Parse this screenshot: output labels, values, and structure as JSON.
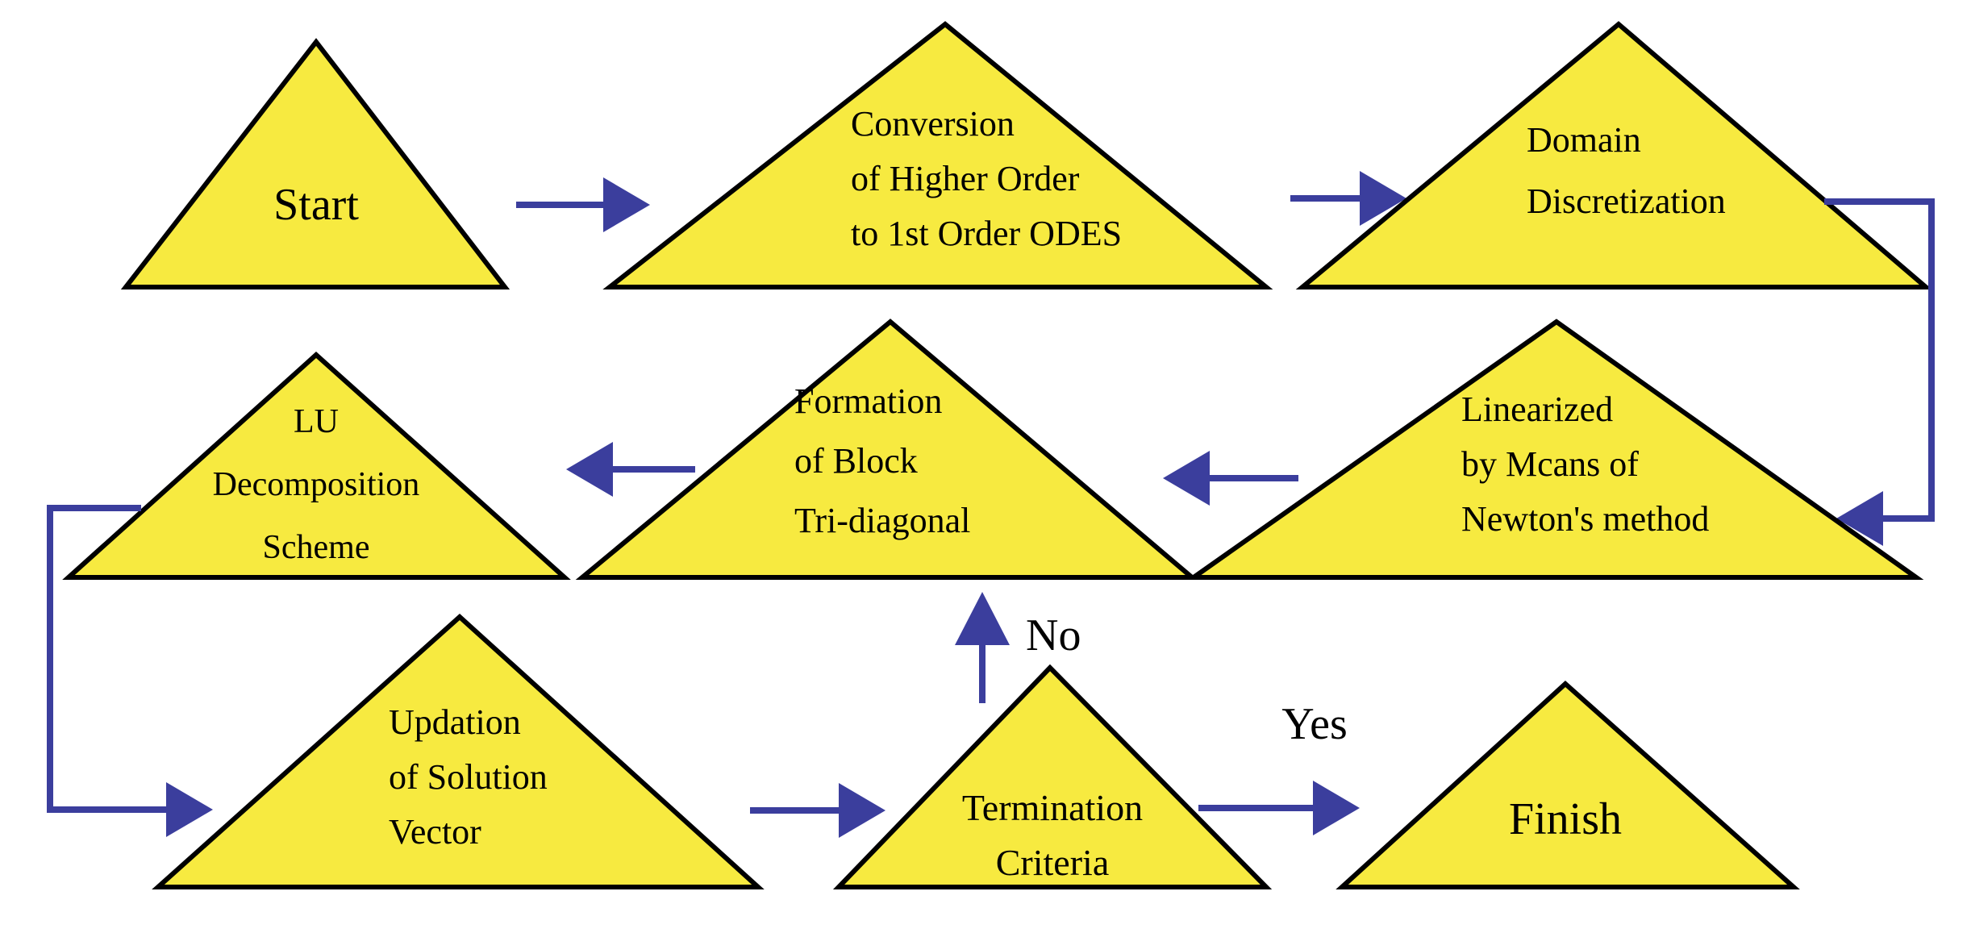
{
  "diagram": {
    "type": "flowchart",
    "background": "#ffffff",
    "colors": {
      "node_fill": "#f7ea40",
      "node_stroke": "#000000",
      "arrow": "#3b3e9d",
      "label": "#000000"
    },
    "nodes": [
      {
        "id": "start",
        "lines": [
          "Start"
        ]
      },
      {
        "id": "conversion",
        "lines": [
          "Conversion",
          "of Higher Order",
          "to 1st Order ODES"
        ]
      },
      {
        "id": "domain-discretization",
        "lines": [
          "Domain",
          "Discretization"
        ]
      },
      {
        "id": "linearized",
        "lines": [
          "Linearized",
          "by Mcans of",
          "Newton's method"
        ]
      },
      {
        "id": "formation-block-tridiagonal",
        "lines": [
          "Formation",
          "of Block",
          "Tri-diagonal"
        ]
      },
      {
        "id": "lu-decomposition",
        "lines": [
          "LU",
          "Decomposition",
          "Scheme"
        ]
      },
      {
        "id": "updation-solution-vector",
        "lines": [
          "Updation",
          "of Solution",
          "Vector"
        ]
      },
      {
        "id": "termination-criteria",
        "lines": [
          "Termination",
          "Criteria"
        ]
      },
      {
        "id": "finish",
        "lines": [
          "Finish"
        ]
      }
    ],
    "edge_labels": {
      "no": "No",
      "yes": "Yes"
    },
    "edges": [
      {
        "from": "start",
        "to": "conversion",
        "label": ""
      },
      {
        "from": "conversion",
        "to": "domain-discretization",
        "label": ""
      },
      {
        "from": "domain-discretization",
        "to": "linearized",
        "label": ""
      },
      {
        "from": "linearized",
        "to": "formation-block-tridiagonal",
        "label": ""
      },
      {
        "from": "formation-block-tridiagonal",
        "to": "lu-decomposition",
        "label": ""
      },
      {
        "from": "lu-decomposition",
        "to": "updation-solution-vector",
        "label": ""
      },
      {
        "from": "updation-solution-vector",
        "to": "termination-criteria",
        "label": ""
      },
      {
        "from": "termination-criteria",
        "to": "formation-block-tridiagonal",
        "label": "No"
      },
      {
        "from": "termination-criteria",
        "to": "finish",
        "label": "Yes"
      }
    ]
  }
}
